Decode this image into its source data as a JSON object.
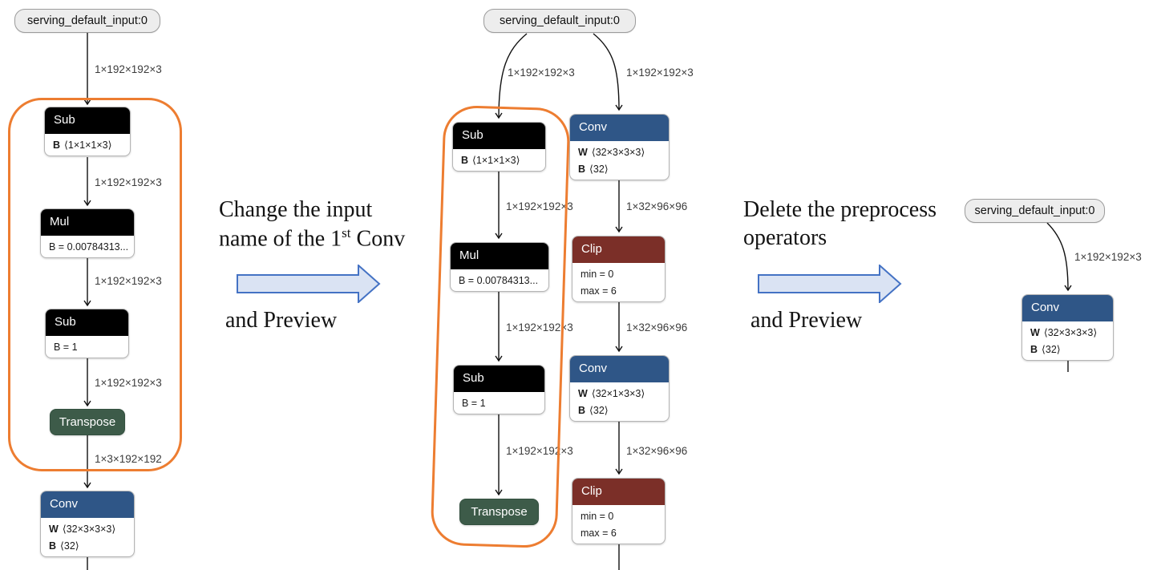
{
  "colors": {
    "accent_orange": "#ED7D31",
    "node_blue": "#2F5687",
    "node_maroon": "#7B2F28",
    "node_green": "#3D5B49",
    "node_black": "#000000",
    "block_arrow_fill": "#DAE3F3",
    "block_arrow_stroke": "#4472C4"
  },
  "captions": {
    "step1": {
      "line1": "Change the input",
      "line2_pre": "name of the 1",
      "line2_sup": "st",
      "line2_post": " Conv",
      "line3": "and Preview"
    },
    "step2": {
      "line1": "Delete the preprocess",
      "line2": "operators",
      "line3": "and Preview"
    }
  },
  "graphs": {
    "left": {
      "input": "serving_default_input:0",
      "nodes": {
        "sub1": {
          "title": "Sub",
          "attrs": [
            {
              "k": "B",
              "v": "⟨1×1×1×3⟩"
            }
          ]
        },
        "mul": {
          "title": "Mul",
          "attrs": [
            {
              "k": "",
              "v": "B = 0.00784313..."
            }
          ]
        },
        "sub2": {
          "title": "Sub",
          "attrs": [
            {
              "k": "",
              "v": "B = 1"
            }
          ]
        },
        "transpose": {
          "title": "Transpose"
        },
        "conv": {
          "title": "Conv",
          "attrs": [
            {
              "k": "W",
              "v": "⟨32×3×3×3⟩"
            },
            {
              "k": "B",
              "v": "⟨32⟩"
            }
          ]
        }
      },
      "edge_labels": [
        "1×192×192×3",
        "1×192×192×3",
        "1×192×192×3",
        "1×192×192×3",
        "1×3×192×192"
      ]
    },
    "middle": {
      "input": "serving_default_input:0",
      "nodes": {
        "sub1": {
          "title": "Sub",
          "attrs": [
            {
              "k": "B",
              "v": "⟨1×1×1×3⟩"
            }
          ]
        },
        "mul": {
          "title": "Mul",
          "attrs": [
            {
              "k": "",
              "v": "B = 0.00784313..."
            }
          ]
        },
        "sub2": {
          "title": "Sub",
          "attrs": [
            {
              "k": "",
              "v": "B = 1"
            }
          ]
        },
        "transpose": {
          "title": "Transpose"
        },
        "conv1": {
          "title": "Conv",
          "attrs": [
            {
              "k": "W",
              "v": "⟨32×3×3×3⟩"
            },
            {
              "k": "B",
              "v": "⟨32⟩"
            }
          ]
        },
        "clip1": {
          "title": "Clip",
          "attrs": [
            {
              "k": "",
              "v": "min = 0"
            },
            {
              "k": "",
              "v": "max = 6"
            }
          ]
        },
        "conv2": {
          "title": "Conv",
          "attrs": [
            {
              "k": "W",
              "v": "⟨32×1×3×3⟩"
            },
            {
              "k": "B",
              "v": "⟨32⟩"
            }
          ]
        },
        "clip2": {
          "title": "Clip",
          "attrs": [
            {
              "k": "",
              "v": "min = 0"
            },
            {
              "k": "",
              "v": "max = 6"
            }
          ]
        }
      },
      "edge_labels": {
        "branch_left": "1×192×192×3",
        "branch_right": "1×192×192×3",
        "chain_left": [
          "1×192×192×3",
          "1×192×192×3",
          "1×192×192×3"
        ],
        "chain_right": [
          "1×32×96×96",
          "1×32×96×96",
          "1×32×96×96"
        ]
      }
    },
    "right": {
      "input": "serving_default_input:0",
      "nodes": {
        "conv": {
          "title": "Conv",
          "attrs": [
            {
              "k": "W",
              "v": "⟨32×3×3×3⟩"
            },
            {
              "k": "B",
              "v": "⟨32⟩"
            }
          ]
        }
      },
      "edge_labels": [
        "1×192×192×3"
      ]
    }
  }
}
